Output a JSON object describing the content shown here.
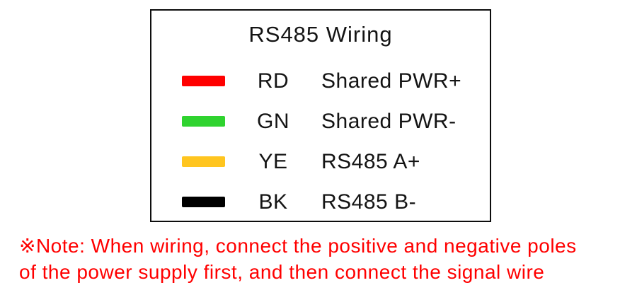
{
  "panel": {
    "title": "RS485 Wiring",
    "rows": [
      {
        "code": "RD",
        "color": "#ff0000",
        "label": "Shared PWR+"
      },
      {
        "code": "GN",
        "color": "#2fd32f",
        "label": "Shared PWR-"
      },
      {
        "code": "YE",
        "color": "#ffc51f",
        "label": "RS485 A+"
      },
      {
        "code": "BK",
        "color": "#000000",
        "label": "RS485 B-"
      }
    ]
  },
  "note": {
    "color": "#ff0000",
    "lines": [
      "※Note: When wiring, connect the positive and negative poles",
      "of the power supply first, and then connect the signal wire"
    ]
  }
}
